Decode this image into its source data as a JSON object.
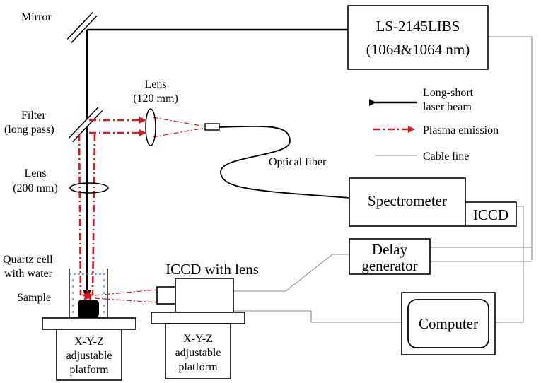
{
  "labels": {
    "mirror": "Mirror",
    "laser_name": "LS-2145LIBS",
    "laser_wavelength": "(1064&1064 nm)",
    "lens_top": "Lens",
    "lens_top_focal": "(120 mm)",
    "filter": "Filter",
    "filter_type": "(long pass)",
    "lens_bottom": "Lens",
    "lens_bottom_focal": "(200 mm)",
    "optical_fiber": "Optical fiber",
    "spectrometer": "Spectrometer",
    "iccd": "ICCD",
    "delay_line1": "Delay",
    "delay_line2": "generator",
    "computer": "Computer",
    "quartz_line1": "Quartz cell",
    "quartz_line2": "with water",
    "sample": "Sample",
    "iccd_lens": "ICCD with lens",
    "platform1_line1": "X-Y-Z",
    "platform1_line2": "adjustable",
    "platform1_line3": "platform",
    "platform2_line1": "X-Y-Z",
    "platform2_line2": "adjustable",
    "platform2_line3": "platform"
  },
  "legend": {
    "laser_line1": "Long-short",
    "laser_line2": "laser beam",
    "plasma": "Plasma emission",
    "cable": "Cable line"
  },
  "colors": {
    "laser": "#000000",
    "plasma": "#e3141b",
    "cable": "#8c8c8c"
  }
}
